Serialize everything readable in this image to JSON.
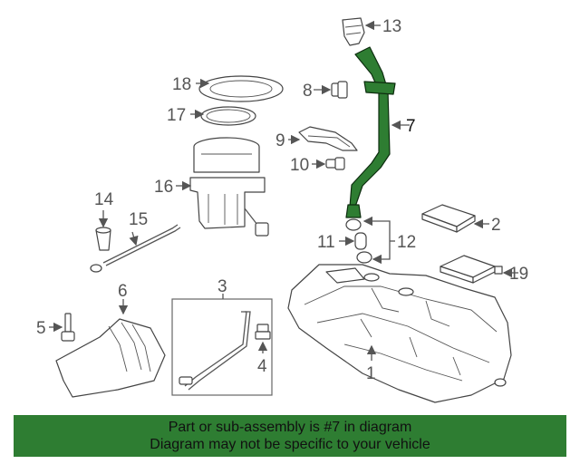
{
  "highlight_color": "#2e7d32",
  "callouts": {
    "c1": "1",
    "c2": "2",
    "c3": "3",
    "c4": "4",
    "c5": "5",
    "c6": "6",
    "c7": "7",
    "c8": "8",
    "c9": "9",
    "c10": "10",
    "c11": "11",
    "c12": "12",
    "c13": "13",
    "c14": "14",
    "c15": "15",
    "c16": "16",
    "c17": "17",
    "c18": "18",
    "c19": "19"
  },
  "banner": {
    "line1": "Part or sub-assembly is #7 in diagram",
    "line2": "Diagram may not be specific to your vehicle"
  }
}
